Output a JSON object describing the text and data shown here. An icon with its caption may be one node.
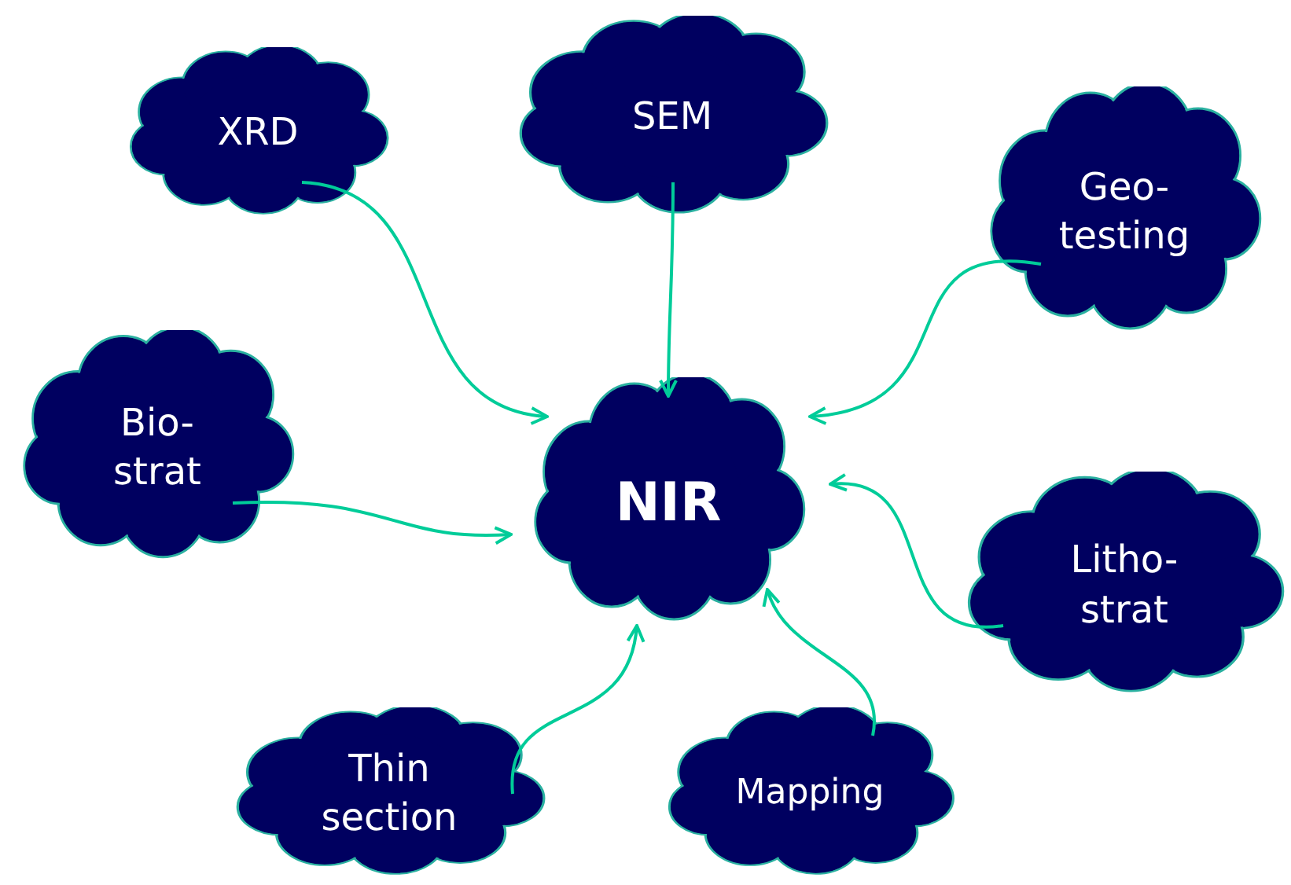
{
  "diagram": {
    "nodes": [
      {
        "text": [
          "XRD"
        ]
      },
      {
        "text": [
          "SEM"
        ]
      },
      {
        "text": [
          "Geo- testing"
        ]
      },
      {
        "text": [
          "Bio- strat"
        ]
      },
      {
        "text": [
          "NIR"
        ]
      },
      {
        "text": [
          "Litho- strat"
        ]
      },
      {
        "text": [
          "Thin section"
        ]
      },
      {
        "text": [
          "Mapping"
        ]
      }
    ],
    "edges": [
      {
        "from": 0,
        "to": 4,
        "arrow": "to"
      },
      {
        "from": 1,
        "to": 4,
        "arrow": "to"
      },
      {
        "from": 2,
        "to": 4,
        "arrow": "to"
      },
      {
        "from": 3,
        "to": 4,
        "arrow": "to"
      },
      {
        "from": 5,
        "to": 4,
        "arrow": "to"
      },
      {
        "from": 6,
        "to": 4,
        "arrow": "to"
      },
      {
        "from": 7,
        "to": 4,
        "arrow": "to"
      }
    ]
  }
}
